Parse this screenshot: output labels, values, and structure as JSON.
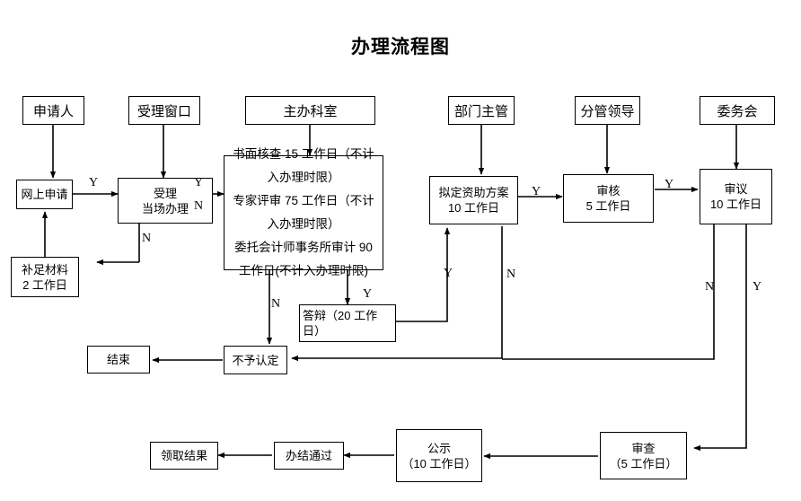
{
  "title": "办理流程图",
  "nodes": {
    "applicant": {
      "label": "申请人"
    },
    "accept_window": {
      "label": "受理窗口"
    },
    "main_dept": {
      "label": "主办科室"
    },
    "dept_head": {
      "label": "部门主管"
    },
    "vice_leader": {
      "label": "分管领导"
    },
    "committee": {
      "label": "委务会"
    },
    "online_apply": {
      "label": "网上申请"
    },
    "accept": {
      "line1": "受理",
      "line2": "当场办理"
    },
    "review_lines": {
      "line1": "书面核查 15 工作日（不计入办理时限）",
      "line2": "专家评审 75 工作日（不计入办理时限）",
      "line3": "委托会计师事务所审计 90 工作日(不计入办理时限)"
    },
    "plan": {
      "line1": "拟定资助方案",
      "line2": "10 工作日"
    },
    "verify": {
      "line1": "审核",
      "line2": "5 工作日"
    },
    "deliberate": {
      "line1": "审议",
      "line2": "10 工作日"
    },
    "supplement": {
      "line1": "补足材料",
      "line2": "2 工作日"
    },
    "defense": {
      "label": "答辩（20 工作日）"
    },
    "reject": {
      "label": "不予认定"
    },
    "end": {
      "label": "结束"
    },
    "get_result": {
      "label": "领取结果"
    },
    "done_pass": {
      "label": "办结通过"
    },
    "publicity": {
      "line1": "公示",
      "line2": "（10 工作日）"
    },
    "examine": {
      "line1": "审查",
      "line2": "（5 工作日）"
    }
  },
  "edge_labels": {
    "apply_to_accept": "Y",
    "accept_out_y": "Y",
    "accept_out_n": "N",
    "accept_down_n": "N",
    "review_to_defense_y": "Y",
    "review_down_n": "N",
    "defense_up_y": "Y",
    "plan_out_y": "Y",
    "plan_down_n": "N",
    "verify_out_y": "Y",
    "deliberate_n": "N",
    "deliberate_y": "Y"
  },
  "colors": {
    "line": "#000000",
    "text": "#000000",
    "background": "#ffffff"
  }
}
